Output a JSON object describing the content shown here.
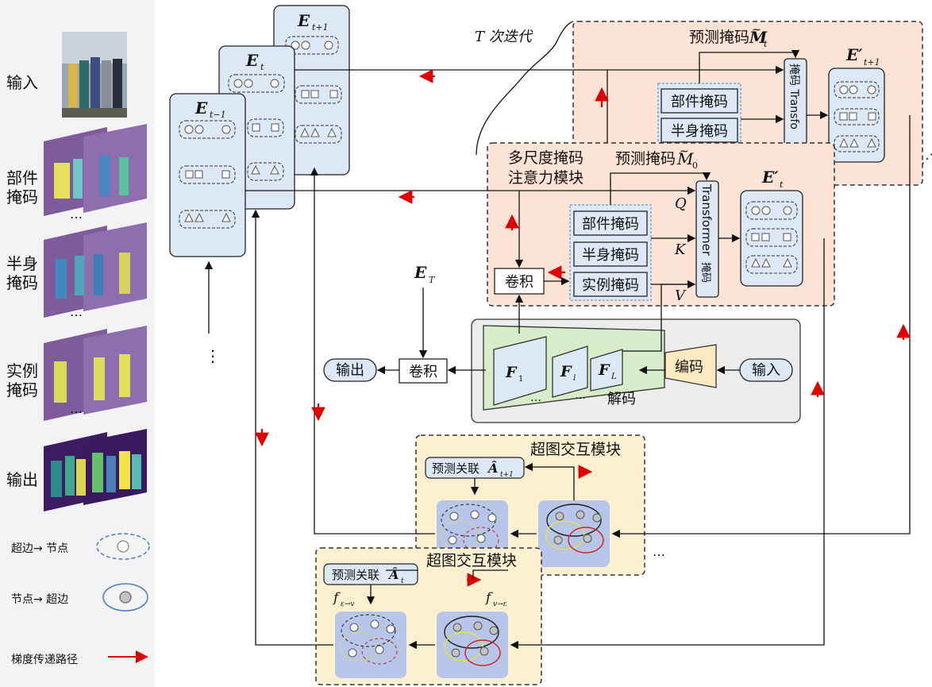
{
  "left_panel": {
    "input_label": "输入",
    "part_mask_label": [
      "部件",
      "掩码"
    ],
    "half_mask_label": [
      "半身",
      "掩码"
    ],
    "inst_mask_label": [
      "实例",
      "掩码"
    ],
    "output_label": "输出",
    "ellipsis": "…",
    "legend": [
      {
        "label": "超边→ 节点",
        "icon": "dashed-ellipse-circle-icon"
      },
      {
        "label": "节点→ 超边",
        "icon": "solid-ellipse-filled-circle-icon"
      },
      {
        "label": "梯度传递路径",
        "icon": "red-arrow-icon"
      }
    ]
  },
  "embeddings": {
    "e_t_minus_1": {
      "main": "E",
      "sub": "t−1"
    },
    "e_t": {
      "main": "E",
      "sub": "t"
    },
    "e_t_plus_1": {
      "main": "E",
      "sub": "t+1"
    },
    "e_T": {
      "main": "E",
      "sub": "T"
    },
    "e_prime_t": {
      "main": "E′",
      "sub": "t"
    },
    "e_prime_t_plus_1": {
      "main": "E′",
      "sub": "t+1"
    },
    "vertical_ellipsis": "⋮"
  },
  "iteration_label": "T 次迭代",
  "msma_module": {
    "title_line1": "多尺度掩码",
    "title_line2": "注意力模块",
    "pred_mask_0": "预测掩码",
    "pred_mask_0_sym": "M",
    "pred_mask_0_sub": "0",
    "pred_mask_t": "预测掩码",
    "pred_mask_t_sym": "M",
    "pred_mask_t_sub": "t",
    "masks": [
      "部件掩码",
      "半身掩码",
      "实例掩码"
    ],
    "conv": "卷积",
    "transformer": "Transformer",
    "transformer_prefix": "掩码",
    "transformer_back": "掩码 Transfo",
    "q": "Q",
    "k": "K",
    "v": "V"
  },
  "backbone": {
    "encoder": "编码",
    "decoder": "解码",
    "input": "输入",
    "output": "输出",
    "conv": "卷积",
    "f1": {
      "main": "F",
      "sub": "1"
    },
    "fl": {
      "main": "F",
      "sub": "l"
    },
    "fL": {
      "main": "F",
      "sub": "L"
    },
    "dots": "…"
  },
  "hypergraph": {
    "title": "超图交互模块",
    "pred_assoc": "预测关联",
    "pred_assoc_sym": "Â",
    "pred_assoc_sub_t": "t",
    "pred_assoc_sub_t1": "t+1",
    "f_e2v": {
      "main": "f",
      "sub": "ε→v"
    },
    "f_v2e": {
      "main": "f",
      "sub": "v→ε"
    },
    "dots": "…"
  },
  "colors": {
    "embed_box": "#dce8f5",
    "attn_module": "#fde3d6",
    "hyper_module": "#fdf0d0",
    "backbone_bg": "#ececec",
    "decoder": "#d7ecc8",
    "encoder": "#fbeac0",
    "gradient_arrow": "#e00000",
    "graph_bg": "#b7c6e8"
  }
}
